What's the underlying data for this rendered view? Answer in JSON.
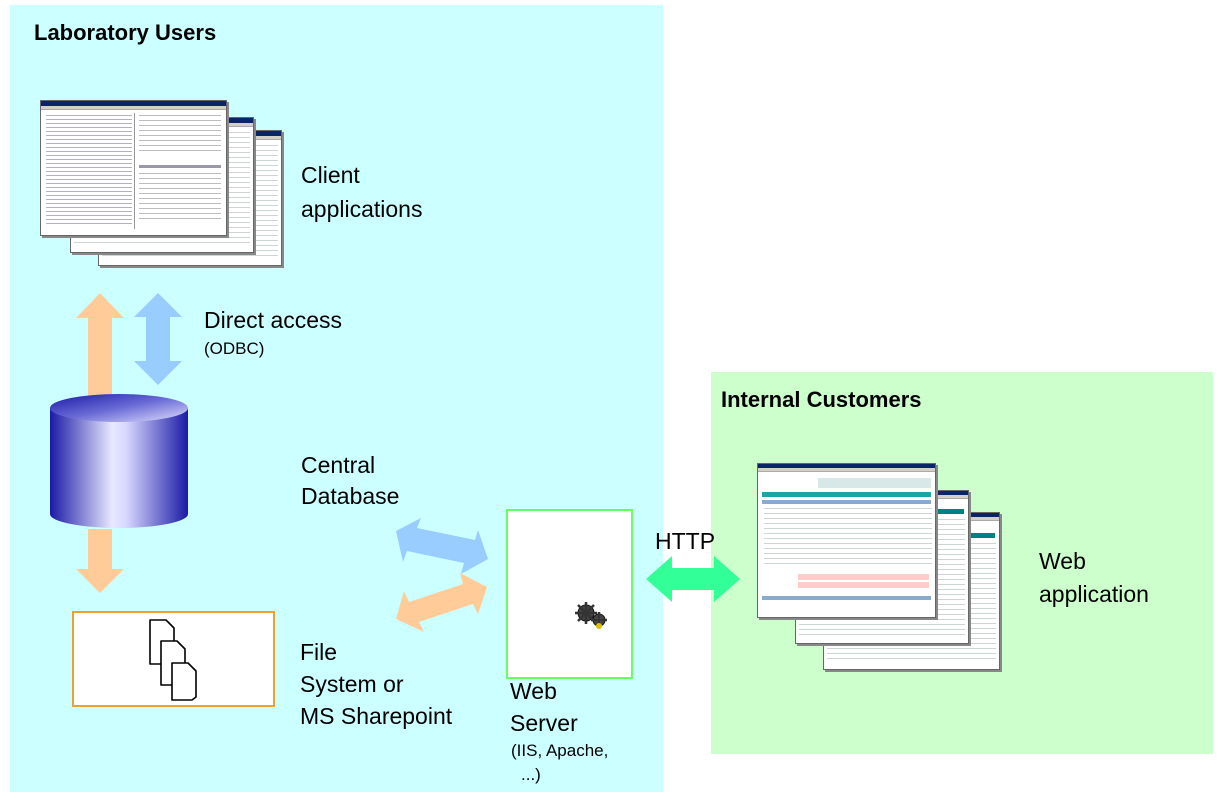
{
  "regions": {
    "lab_title": "Laboratory Users",
    "customers_title": "Internal Customers"
  },
  "labels": {
    "client_apps": [
      "Client",
      "applications"
    ],
    "direct_access": "Direct access",
    "odbc": "(ODBC)",
    "central_db": [
      "Central",
      "Database"
    ],
    "file_system": [
      "File",
      "System or",
      "MS Sharepoint"
    ],
    "web_server": [
      "Web",
      "Server"
    ],
    "web_server_detail": [
      "(IIS, Apache,",
      "...)"
    ],
    "http": "HTTP",
    "web_app": [
      "Web",
      "application"
    ]
  },
  "colors": {
    "lab_bg": "#ccffff",
    "customers_bg": "#ccffcc",
    "arrow_orange": "#ffcc99",
    "arrow_blue": "#99ccff",
    "arrow_green": "#33ff99",
    "db_blue": "#1a1aa6"
  },
  "icons": {
    "database": "cylinder-icon",
    "documents": "documents-icon",
    "server": "gears-icon"
  }
}
